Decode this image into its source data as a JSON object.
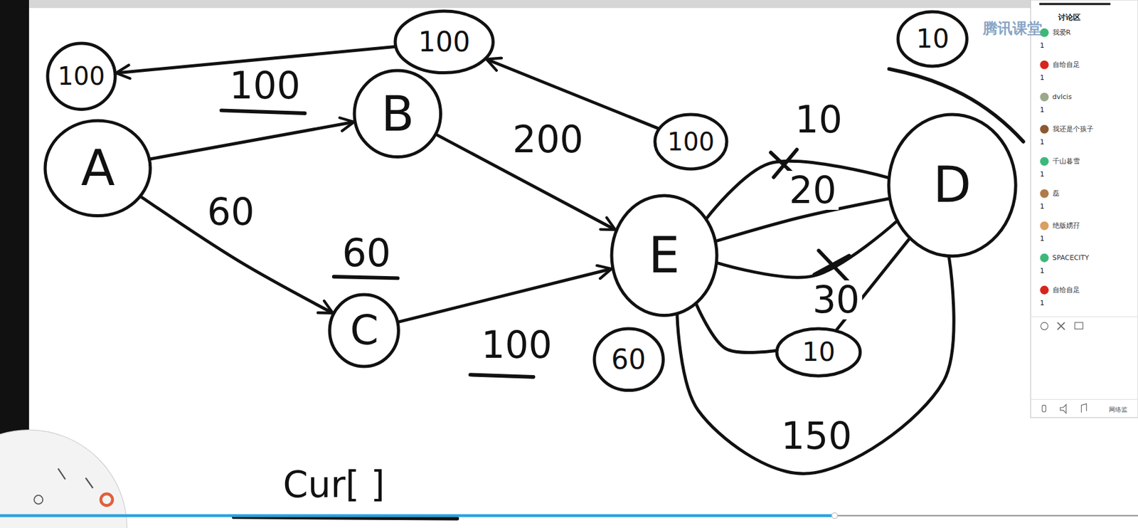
{
  "diagram": {
    "nodes": [
      {
        "text": [
          "100"
        ]
      },
      {
        "text": [
          "A"
        ]
      },
      {
        "text": [
          "100"
        ]
      },
      {
        "text": [
          "B"
        ]
      },
      {
        "text": [
          "C"
        ]
      },
      {
        "text": [
          "100"
        ]
      },
      {
        "text": [
          "E"
        ]
      },
      {
        "text": [
          "60"
        ]
      },
      {
        "text": [
          "10"
        ]
      },
      {
        "text": [
          "D"
        ]
      },
      {
        "text": [
          "10"
        ]
      }
    ],
    "edges": [
      {
        "from": 1,
        "to": 3,
        "arrow": "to",
        "label": "100"
      },
      {
        "from": 1,
        "to": 4,
        "arrow": "to",
        "label": "60"
      },
      {
        "from": 3,
        "to": 6,
        "arrow": "to",
        "label": "200"
      },
      {
        "from": 4,
        "to": 6,
        "arrow": "to",
        "label": "100"
      },
      {
        "from": 2,
        "to": 0,
        "arrow": "to"
      },
      {
        "from": 5,
        "to": 2,
        "arrow": "to"
      },
      {
        "from": 6,
        "to": 9,
        "arrow": "none",
        "label": "10"
      },
      {
        "from": 6,
        "to": 9,
        "arrow": "none",
        "label": "20"
      },
      {
        "from": 6,
        "to": 9,
        "arrow": "none",
        "label": "30"
      },
      {
        "from": 6,
        "to": 8,
        "arrow": "none"
      },
      {
        "from": 8,
        "to": 9,
        "arrow": "none"
      },
      {
        "from": 6,
        "to": 9,
        "arrow": "none",
        "label": "150"
      }
    ],
    "labels": [
      "60",
      "Cur[ ]",
      "腾讯课堂",
      "讨论区",
      "我爱R",
      "1",
      "自给自足",
      "1",
      "dvlcis",
      "1",
      "我还是个孩子",
      "1",
      "千山暮雪",
      "1",
      "磊",
      "1",
      "绝版娚孖",
      "1",
      "SPACECITY",
      "1",
      "自给自足",
      "1",
      "网络监"
    ]
  }
}
